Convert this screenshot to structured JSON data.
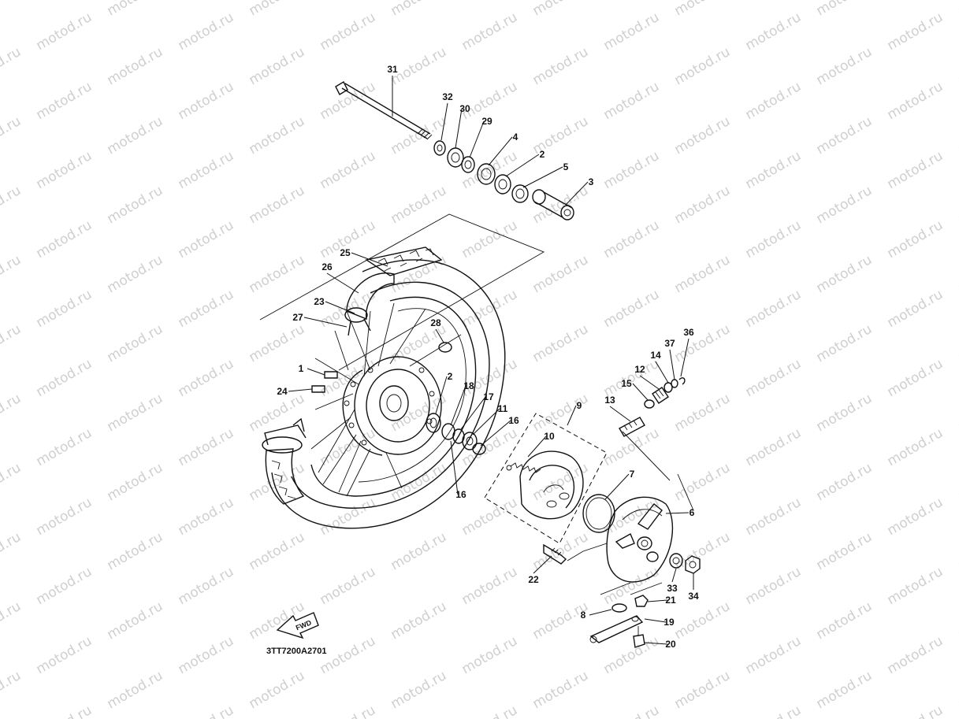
{
  "watermark": {
    "text": "motod.ru"
  },
  "drawing_code": "3TT7200A2701",
  "fwd_label": "FWD",
  "callouts": [
    "31",
    "32",
    "30",
    "29",
    "4",
    "2",
    "5",
    "3",
    "25",
    "26",
    "23",
    "27",
    "28",
    "1",
    "24",
    "2",
    "18",
    "17",
    "11",
    "16",
    "16",
    "9",
    "10",
    "7",
    "6",
    "13",
    "15",
    "12",
    "14",
    "37",
    "36",
    "22",
    "33",
    "34",
    "8",
    "21",
    "19",
    "20"
  ]
}
